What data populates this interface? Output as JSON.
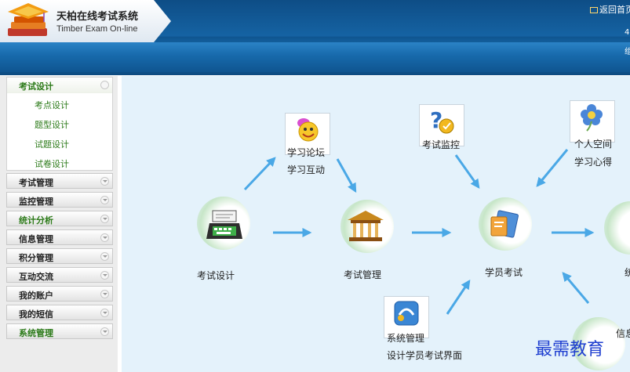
{
  "header": {
    "app_title_cn": "天柏在线考试系统",
    "app_title_en": "Timber Exam On-line",
    "top_link": "返回首页",
    "side_glyph_1": "4",
    "side_glyph_2": "组"
  },
  "sidebar": {
    "open_group": {
      "label": "考试设计",
      "items": [
        "考点设计",
        "题型设计",
        "试题设计",
        "试卷设计"
      ]
    },
    "groups": [
      "考试管理",
      "监控管理",
      "统计分析",
      "信息管理",
      "积分管理",
      "互动交流",
      "我的账户",
      "我的短信",
      "系统管理"
    ]
  },
  "flow": {
    "exam_design": "考试设计",
    "exam_manage": "考试管理",
    "student_exam": "学员考试",
    "forum": "学习论坛",
    "interaction": "学习互动",
    "exam_monitor": "考试监控",
    "personal_space": "个人空间",
    "study_notes": "学习心得",
    "system_manage": "系统管理",
    "design_ui": "设计学员考试界面",
    "info_label": "信息",
    "right_edge_glyph": "统"
  },
  "watermark": "最需教育",
  "colors": {
    "header_blue": "#1563a3",
    "accent_green": "#2b7a18",
    "arrow_blue": "#4aa8e6",
    "panel_bg": "#e4f2fb"
  }
}
